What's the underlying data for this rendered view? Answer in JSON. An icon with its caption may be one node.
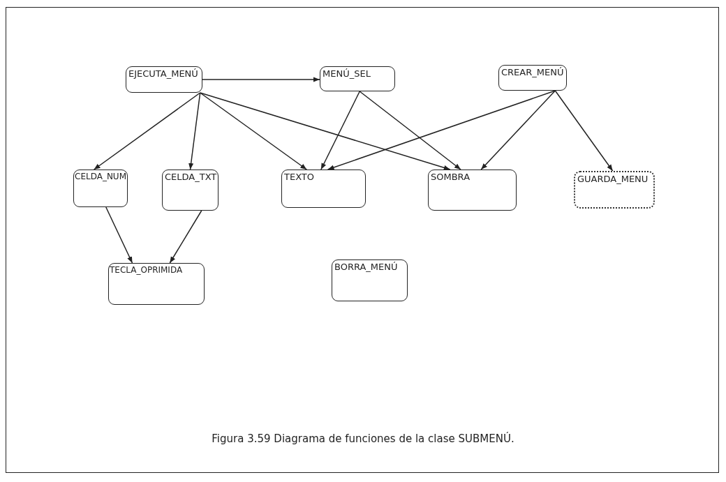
{
  "diagram": {
    "caption": "Figura 3.59 Diagrama de funciones de la clase SUBMENÚ.",
    "nodes": [
      {
        "text": [
          "EJECUTA_MENÚ"
        ]
      },
      {
        "text": [
          "MENÚ_SEL"
        ]
      },
      {
        "text": [
          "CREAR_MENÚ"
        ]
      },
      {
        "text": [
          "CELDA_NUM"
        ]
      },
      {
        "text": [
          "CELDA_TXT"
        ]
      },
      {
        "text": [
          "TEXTO"
        ]
      },
      {
        "text": [
          "SOMBRA"
        ]
      },
      {
        "text": [
          "GUARDA_MENU"
        ]
      },
      {
        "text": [
          "TECLA_OPRIMIDA"
        ]
      },
      {
        "text": [
          "BORRA_MENÚ"
        ]
      }
    ],
    "edges": [
      {
        "from": 0,
        "to": 1,
        "arrow": "to"
      },
      {
        "from": 0,
        "to": 3,
        "arrow": "to"
      },
      {
        "from": 0,
        "to": 4,
        "arrow": "to"
      },
      {
        "from": 0,
        "to": 5,
        "arrow": "to"
      },
      {
        "from": 0,
        "to": 6,
        "arrow": "to"
      },
      {
        "from": 1,
        "to": 5,
        "arrow": "to"
      },
      {
        "from": 1,
        "to": 6,
        "arrow": "to"
      },
      {
        "from": 2,
        "to": 5,
        "arrow": "to"
      },
      {
        "from": 2,
        "to": 6,
        "arrow": "to"
      },
      {
        "from": 2,
        "to": 7,
        "arrow": "to"
      },
      {
        "from": 3,
        "to": 8,
        "arrow": "to"
      },
      {
        "from": 4,
        "to": 8,
        "arrow": "to"
      }
    ]
  }
}
